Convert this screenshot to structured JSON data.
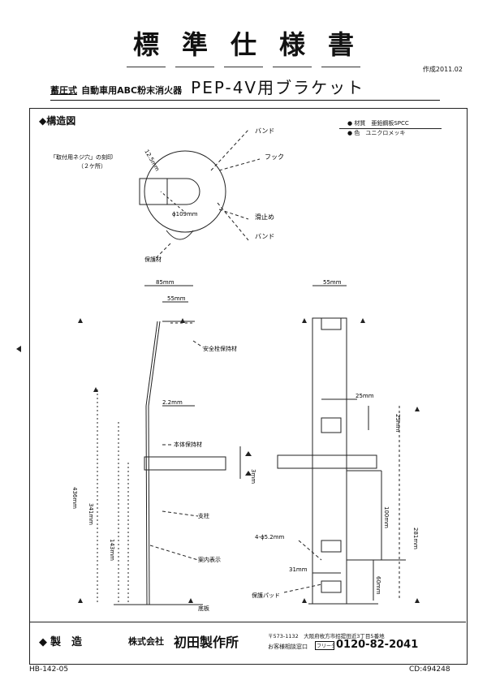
{
  "title_chars": [
    "標",
    "準",
    "仕",
    "様",
    "書"
  ],
  "date": "作成2011.02",
  "subtitle": {
    "prefix": "蓄圧式",
    "product": "自動車用ABC粉末消火器",
    "model": "PEP-4V用ブラケット"
  },
  "structure_label": "構造図",
  "legend": {
    "material": "材質　亜鉛鋼板SPCC",
    "color": "色　ユニクロメッキ"
  },
  "top_view": {
    "band_top": "バンド",
    "hook": "フック",
    "band_bottom": "バンド",
    "stopper": "滑止め",
    "dim_width": "12.5mm",
    "dim_diameter": "ϕ109mm",
    "hole_note": "「取付用ネジ穴」の刻印",
    "hole_sub": "（２ケ所）",
    "protect": "保護材"
  },
  "side_view": {
    "dim_top": "85mm",
    "dim_top2": "55mm",
    "safety_pin": "安全栓保持材",
    "dim_offset": "2.2mm",
    "bracket_label": "本体保持材",
    "dim_thick": "3mm",
    "column": "支柱",
    "dim_total": "436mm",
    "dim_mid": "341mm",
    "dim_low": "143mm",
    "guide": "案内表示",
    "bottom": "底板"
  },
  "front_view": {
    "dim_top": "55mm",
    "dim_hole_w": "25mm",
    "dim_hole_h": "25mm",
    "dim_middle": "100mm",
    "dim_right": "281mm",
    "holes": "4-ϕ5.2mm",
    "dim_holes": "31mm",
    "dim_bottom": "60mm",
    "pad": "保護パッド"
  },
  "mfg": {
    "label": "製　造",
    "company_prefix": "株式会社",
    "company": "初田製作所",
    "address": "〒573-1132　大阪府枚方市招提田近3丁目5番地",
    "inquiry": "お客様相談窓口",
    "phone_icon": "フリーダイヤル",
    "phone": "0120-82-2041"
  },
  "footer": {
    "doc_no": "HB-142-05",
    "code": "CD:494248"
  }
}
